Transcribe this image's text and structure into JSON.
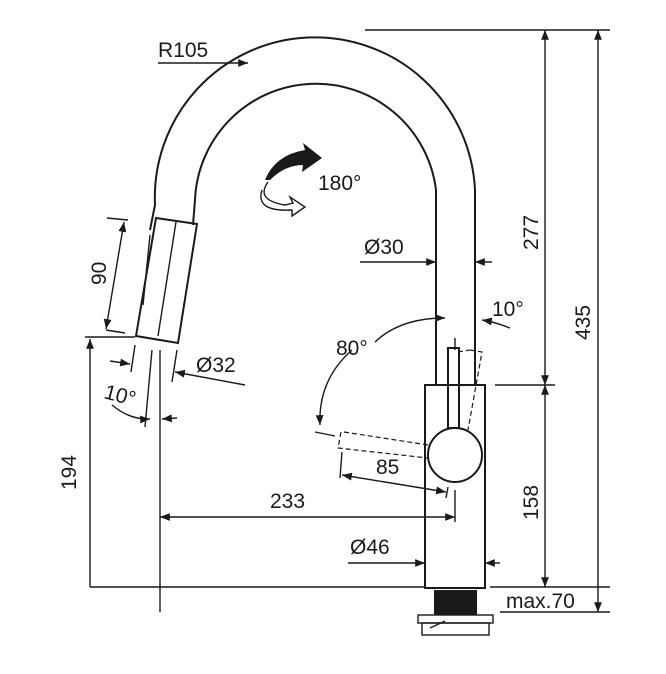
{
  "title": "Kitchen faucet with pull-out spray - dimension drawing",
  "dimensions": {
    "spout_radius": "R105",
    "swivel_angle": "180°",
    "spray_head_length": "90",
    "spray_head_diameter": "Ø32",
    "spray_tilt_angle": "10°",
    "spray_outlet_height": "194",
    "lever_angle": "80°",
    "lever_back_angle": "10°",
    "spout_diameter": "Ø30",
    "spout_height": "277",
    "total_height": "435",
    "lever_length": "85",
    "reach": "233",
    "body_height": "158",
    "body_diameter": "Ø46",
    "max_deck_thickness": "max.70"
  }
}
